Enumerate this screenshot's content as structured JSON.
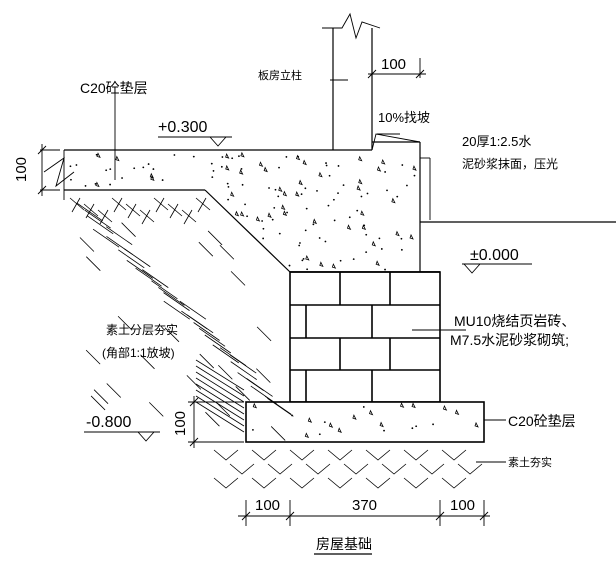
{
  "title": "房屋基础",
  "labels": {
    "c20_top": "C20砼垫层",
    "column": "板房立柱",
    "dim_100_right": "100",
    "slope": "10%找坡",
    "plaster_line1": "20厚1:2.5水",
    "plaster_line2": "泥砂浆抹面，压光",
    "elev_top": "+0.300",
    "elev_zero": "±0.000",
    "elev_bottom": "-0.800",
    "brick_line1": "MU10烧结页岩砖、",
    "brick_line2": "M7.5水泥砂浆砌筑;",
    "soil_line1": "素土分层夯实",
    "soil_line2": "(角部1:1放坡)",
    "c20_bottom": "C20砼垫层",
    "soil_bottom": "素土夯实",
    "dim_100_left_top": "100",
    "dim_100_left_bottom": "100",
    "dim_bottom_left": "100",
    "dim_bottom_mid": "370",
    "dim_bottom_right": "100"
  }
}
